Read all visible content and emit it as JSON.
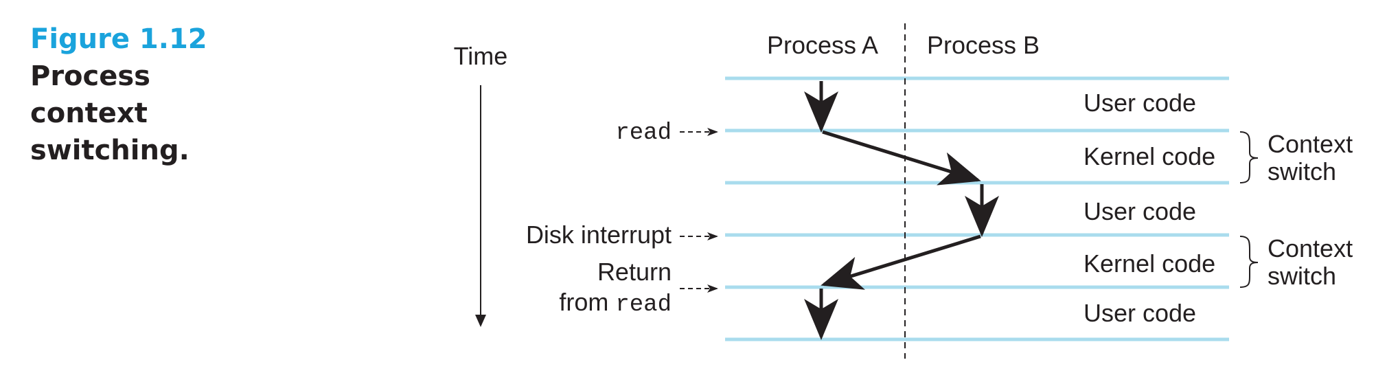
{
  "caption": {
    "figure_number": "Figure 1.12",
    "title": "Process context switching."
  },
  "diagram": {
    "time_label": "Time",
    "columns": {
      "process_a": "Process A",
      "process_b": "Process B"
    },
    "segments": [
      {
        "label": "User code"
      },
      {
        "label": "Kernel code"
      },
      {
        "label": "User code"
      },
      {
        "label": "Kernel code"
      },
      {
        "label": "User code"
      }
    ],
    "events": {
      "read": "read",
      "disk_interrupt": "Disk interrupt",
      "return_line1": "Return",
      "return_prefix": "from ",
      "return_code": "read"
    },
    "braces": [
      {
        "line1": "Context",
        "line2": "switch"
      },
      {
        "line1": "Context",
        "line2": "switch"
      }
    ],
    "colors": {
      "caption_accent": "#1aa3dc",
      "timeline_lines": "#a9dced",
      "ink": "#231f20"
    }
  }
}
